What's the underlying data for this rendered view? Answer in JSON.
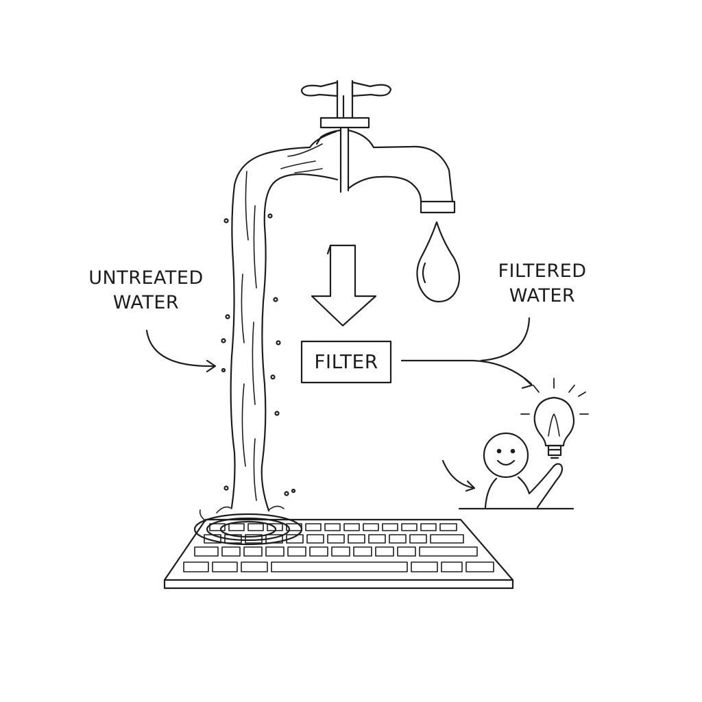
{
  "labels": {
    "untreated": [
      "UNTREATED",
      "WATER"
    ],
    "filtered": [
      "FILTERED",
      "WATER"
    ],
    "filter": "FILTER"
  },
  "icons": [
    "faucet-icon",
    "water-drop-icon",
    "down-arrow-icon",
    "light-bulb-icon",
    "smiling-person-icon",
    "keyboard-icon"
  ],
  "colors": {
    "ink": "#1c1c1c",
    "background": "#ffffff"
  }
}
